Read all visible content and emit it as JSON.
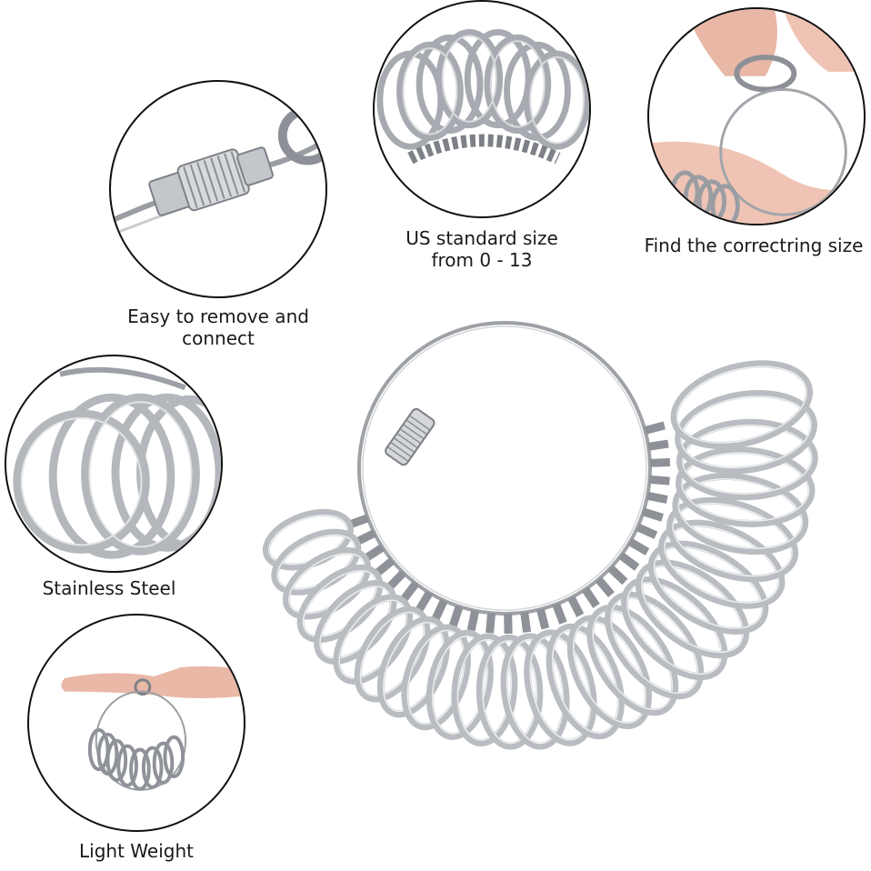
{
  "features": {
    "lock": {
      "caption_line1": "Easy to remove and",
      "caption_line2": "connect"
    },
    "sizes": {
      "caption_line1": "US standard size",
      "caption_line2": "from 0 - 13"
    },
    "finger": {
      "caption_line1": "Find the correctring size"
    },
    "material": {
      "caption_line1": "Stainless Steel"
    },
    "weight": {
      "caption_line1": "Light Weight"
    }
  },
  "colors": {
    "background": "#ffffff",
    "metal": "#b9bcc1",
    "metal_dark": "#6e7278",
    "outline": "#111111",
    "skin": "#e8b7a6"
  }
}
